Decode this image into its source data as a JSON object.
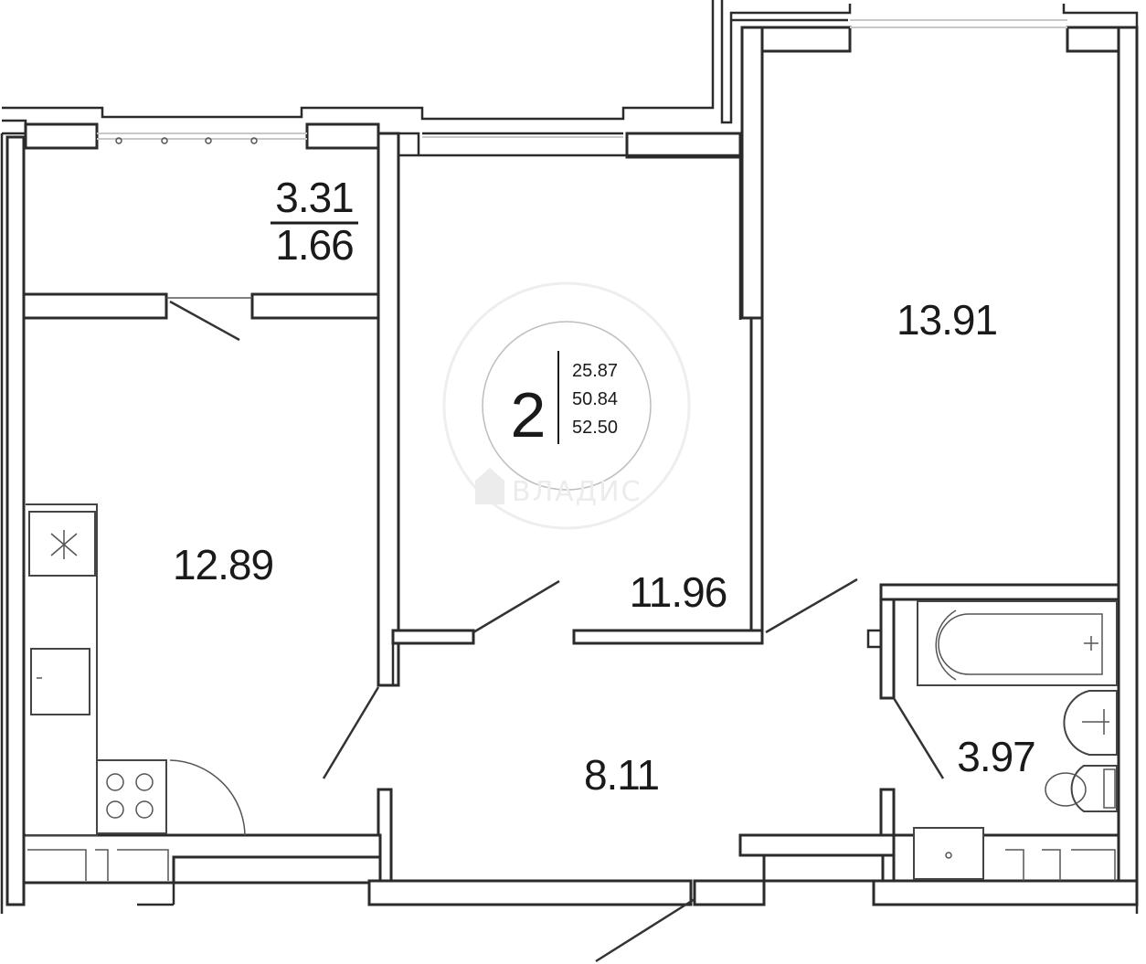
{
  "rooms": {
    "balcony": {
      "area": "3.31",
      "area_reduced": "1.66"
    },
    "kitchen": {
      "area": "12.89"
    },
    "room_middle": {
      "area": "11.96"
    },
    "room_right": {
      "area": "13.91"
    },
    "hall": {
      "area": "8.11"
    },
    "bathroom": {
      "area": "3.97"
    }
  },
  "summary": {
    "rooms_count": "2",
    "living_area": "25.87",
    "total_area": "50.84",
    "total_area_with_balcony": "52.50"
  },
  "watermark": {
    "text": "ВЛАДИС"
  },
  "colors": {
    "wall": "#2b2b2b",
    "background": "#ffffff",
    "watermark": "#ececec"
  }
}
